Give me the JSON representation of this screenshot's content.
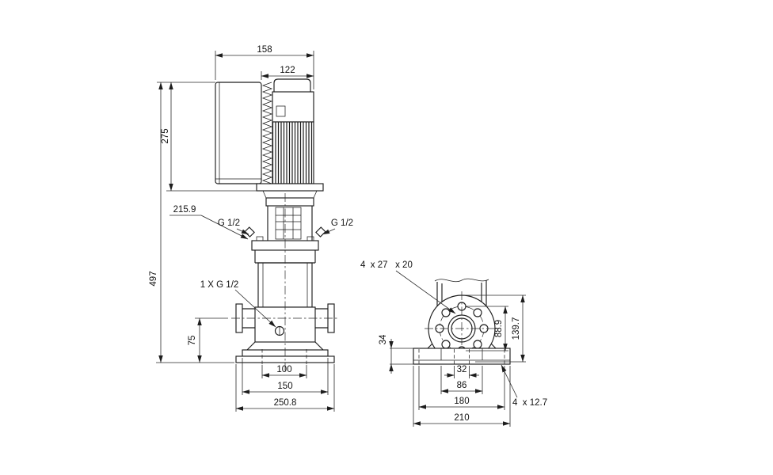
{
  "drawing": {
    "background": "#ffffff",
    "ink": "#1d1d1d"
  },
  "front_view": {
    "label": "pump-elevation",
    "dims": {
      "total_width": "158",
      "motor_width": "122",
      "motor_height": "275",
      "head_height": "215.9",
      "total_height": "497",
      "port_left": "G 1/2",
      "port_right": "G 1/2",
      "drain_port": "1 X G 1/2",
      "port_center_height": "75",
      "anchor_spacing": "100",
      "foot_width": "150",
      "base_width": "250.8"
    }
  },
  "side_view": {
    "label": "base-and-flange",
    "dims": {
      "flange_hole_callout": "4  x 27   x 20",
      "bolt_circle_diameter": "88.9",
      "flange_diameter": "139.7",
      "base_height": "34",
      "slot_width": "32",
      "foot_width": "86",
      "anchor_spacing": "180",
      "base_width": "210",
      "anchor_hole_callout": "4  x 12.7"
    }
  }
}
